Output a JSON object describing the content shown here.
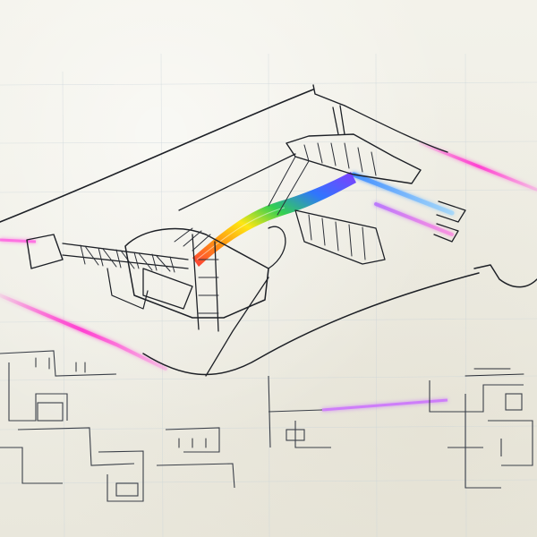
{
  "scene": {
    "description_free": true,
    "palette": {
      "paper": "#f1efe6",
      "ink": "#1d2026",
      "grid": "#c9d3d8",
      "beam_magenta": "#ff3fd0",
      "beam_violet": "#b46bff",
      "beam_blue": "#3d8bff",
      "spectrum": [
        "#ff2a2a",
        "#ff8a00",
        "#ffe600",
        "#22cc44",
        "#1f6bff",
        "#7a2cff"
      ]
    },
    "elements": [
      "paper-background",
      "sketch-grid",
      "laser-beam-left",
      "laser-beam-right-top",
      "laser-beam-right-mid",
      "laser-beam-bottom-right",
      "prism-spectrum-band",
      "left-truss-arm",
      "central-truss-body",
      "right-truss-arm",
      "suspension-wires",
      "bottom-circuit-schematic"
    ]
  }
}
